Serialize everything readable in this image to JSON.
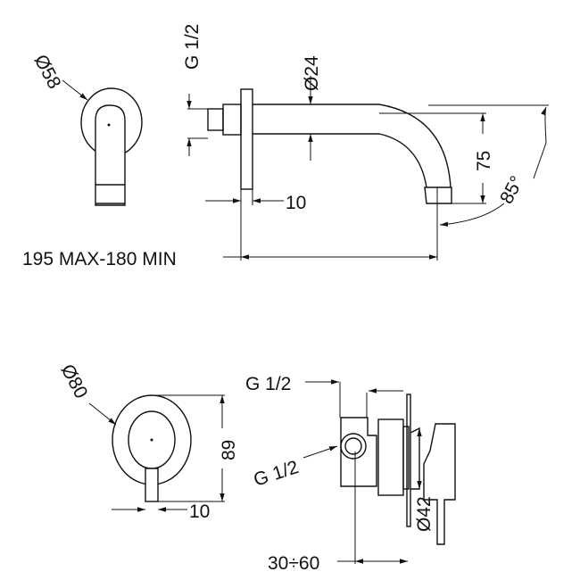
{
  "top_view": {
    "spout_face_diameter": "Ø58",
    "inlet_thread": "G 1/2",
    "pipe_diameter": "Ø24",
    "flange_thickness": "10",
    "projection_length": "195 MAX-180 MIN",
    "drop_height": "75",
    "bend_angle": "85°"
  },
  "bottom_view": {
    "plate_diameter": "Ø80",
    "plate_height": "89",
    "lever_width": "10",
    "outlet_thread": "G 1/2",
    "inlet_thread": "G 1/2",
    "body_diameter": "Ø42",
    "wall_depth": "30÷60"
  }
}
